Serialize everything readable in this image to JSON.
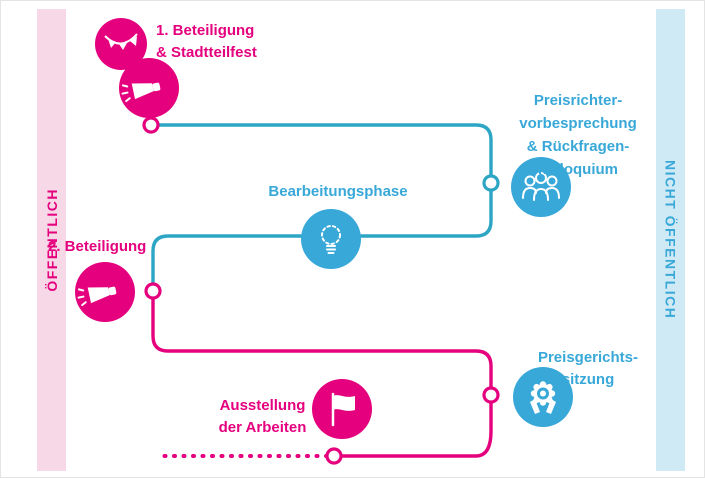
{
  "colors": {
    "pink": "#e5007e",
    "pinkLight": "#f7d8e7",
    "blue": "#38a8d8",
    "blueLight": "#cfe9f5",
    "teal": "#2ca6c4"
  },
  "bands": {
    "left": "ÖFFENTLICH",
    "right": "NICHT ÖFFENTLICH"
  },
  "stages": [
    {
      "name": "beteiligung-1",
      "color": "pink",
      "icons": [
        "bunting-icon",
        "megaphone-icon"
      ],
      "lines": [
        "1. Beteiligung",
        "& Stadtteilfest"
      ]
    },
    {
      "name": "preisrichter-vorbesprechung",
      "color": "blue",
      "icons": [
        "jury-icon"
      ],
      "lines": [
        "Preisrichter-",
        "vorbesprechung",
        "& Rückfragen-",
        "kolloquium"
      ]
    },
    {
      "name": "bearbeitungsphase",
      "color": "blue",
      "icons": [
        "lightbulb-icon"
      ],
      "lines": [
        "Bearbeitungsphase"
      ]
    },
    {
      "name": "beteiligung-2",
      "color": "pink",
      "icons": [
        "megaphone-icon"
      ],
      "lines": [
        "2. Beteiligung"
      ]
    },
    {
      "name": "preisgerichtssitzung",
      "color": "blue",
      "icons": [
        "award-icon"
      ],
      "lines": [
        "Preisgerichts-",
        "sitzung"
      ]
    },
    {
      "name": "ausstellung-der-arbeiten",
      "color": "pink",
      "icons": [
        "flag-icon"
      ],
      "lines": [
        "Ausstellung",
        "der Arbeiten"
      ]
    }
  ]
}
